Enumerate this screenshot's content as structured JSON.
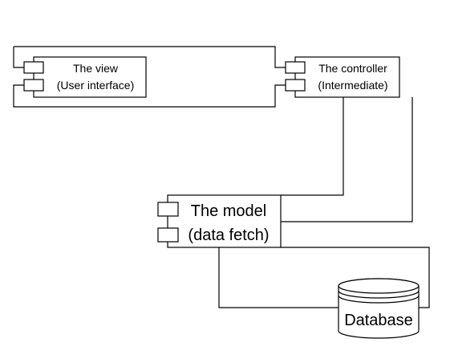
{
  "diagram": {
    "view": {
      "line1": "The view",
      "line2": "(User interface)"
    },
    "controller": {
      "line1": "The controller",
      "line2": "(Intermediate)"
    },
    "model": {
      "line1": "The model",
      "line2": "(data fetch)"
    },
    "database": {
      "label": "Database"
    }
  }
}
